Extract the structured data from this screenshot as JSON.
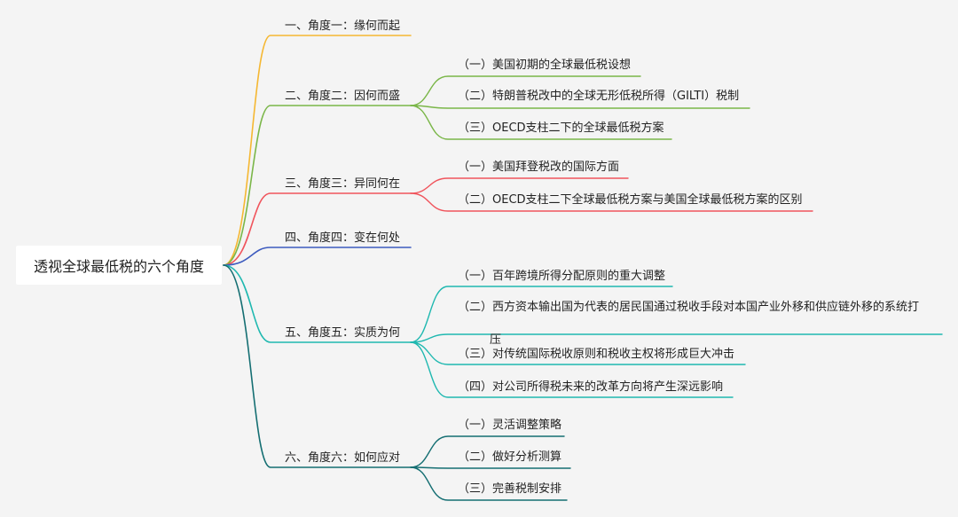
{
  "root": "透视全球最低税的六个角度",
  "colors": {
    "orange": "#f5b731",
    "green": "#7ab648",
    "red": "#f0545c",
    "blue": "#3d5bbf",
    "cyan": "#1fb8b0",
    "teal": "#146e72"
  },
  "branches": [
    {
      "label": "一、角度一：缘何而起",
      "color": "orange",
      "children": []
    },
    {
      "label": "二、角度二：因何而盛",
      "color": "green",
      "children": [
        "（一）美国初期的全球最低税设想",
        "（二）特朗普税改中的全球无形低税所得（GILTI）税制",
        "（三）OECD支柱二下的全球最低税方案"
      ]
    },
    {
      "label": "三、角度三：异同何在",
      "color": "red",
      "children": [
        "（一）美国拜登税改的国际方面",
        "（二）OECD支柱二下全球最低税方案与美国全球最低税方案的区别"
      ]
    },
    {
      "label": "四、角度四：变在何处",
      "color": "blue",
      "children": []
    },
    {
      "label": "五、角度五：实质为何",
      "color": "cyan",
      "children": [
        "（一）百年跨境所得分配原则的重大调整",
        "（二）西方资本输出国为代表的居民国通过税收手段对本国产业外移和供应链外移的系统打",
        "（三）对传统国际税收原则和税收主权将形成巨大冲击",
        "（四）对公司所得税未来的改革方向将产生深远影响"
      ],
      "overflow_text": "压"
    },
    {
      "label": "六、角度六：如何应对",
      "color": "teal",
      "children": [
        "（一）灵活调整策略",
        "（二）做好分析测算",
        "（三）完善税制安排"
      ]
    }
  ]
}
